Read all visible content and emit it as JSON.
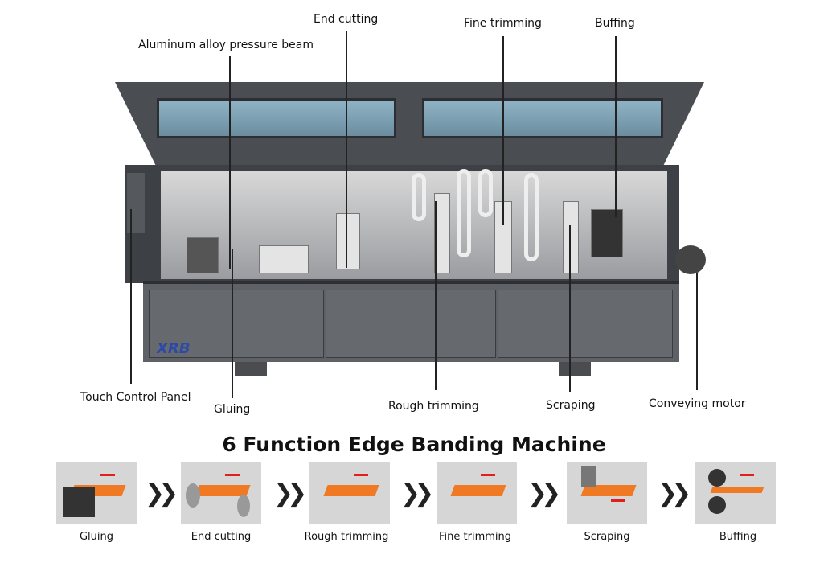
{
  "callouts": {
    "pressure_beam": "Aluminum alloy pressure beam",
    "end_cutting": "End cutting",
    "fine_trimming": "Fine trimming",
    "buffing": "Buffing",
    "touch_panel": "Touch Control Panel",
    "gluing": "Gluing",
    "rough_trimming": "Rough trimming",
    "scraping": "Scraping",
    "conveying_motor": "Conveying motor"
  },
  "brand_logo": "XRB",
  "title": "6 Function Edge Banding Machine",
  "steps": [
    {
      "label": "Gluing"
    },
    {
      "label": "End cutting"
    },
    {
      "label": "Rough trimming"
    },
    {
      "label": "Fine trimming"
    },
    {
      "label": "Scraping"
    },
    {
      "label": "Buffing"
    }
  ],
  "colors": {
    "board": "#f07a23",
    "arrow": "#e0201b",
    "machine": "#5e6166"
  }
}
